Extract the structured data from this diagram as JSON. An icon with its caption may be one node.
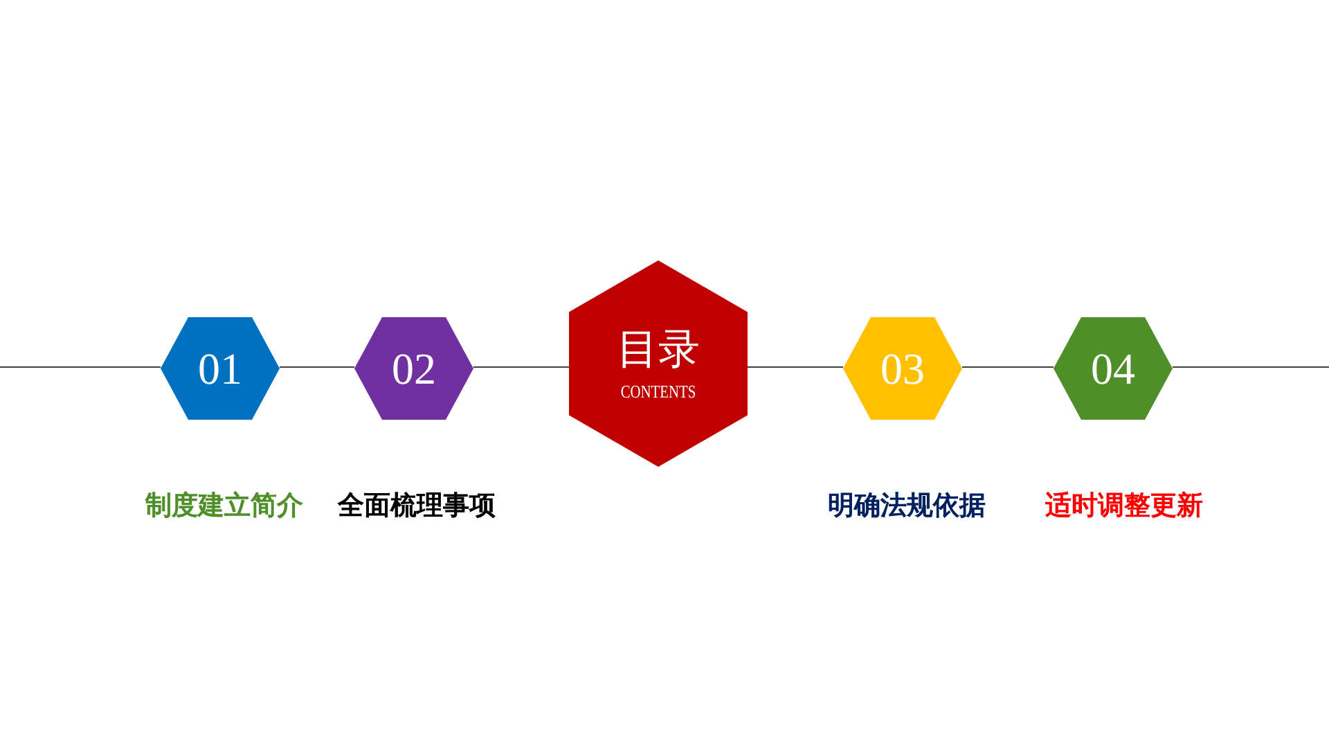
{
  "diagram": {
    "nodes": [
      {
        "text": [
          "01"
        ],
        "beside": [
          "制度建立简介"
        ]
      },
      {
        "text": [
          "02"
        ],
        "beside": [
          "全面梳理事项"
        ]
      },
      {
        "text": [
          "目录",
          "CONTENTS"
        ]
      },
      {
        "text": [
          "03"
        ],
        "beside": [
          "明确法规依据"
        ]
      },
      {
        "text": [
          "04"
        ],
        "beside": [
          "适时调整更新"
        ]
      }
    ],
    "edges": [
      {
        "from": null,
        "to": 0,
        "arrow": "none"
      },
      {
        "from": 0,
        "to": 1,
        "arrow": "none"
      },
      {
        "from": 1,
        "to": 2,
        "arrow": "none"
      },
      {
        "from": 2,
        "to": 3,
        "arrow": "none"
      },
      {
        "from": 3,
        "to": 4,
        "arrow": "none"
      },
      {
        "from": 4,
        "to": null,
        "arrow": "none"
      }
    ]
  }
}
